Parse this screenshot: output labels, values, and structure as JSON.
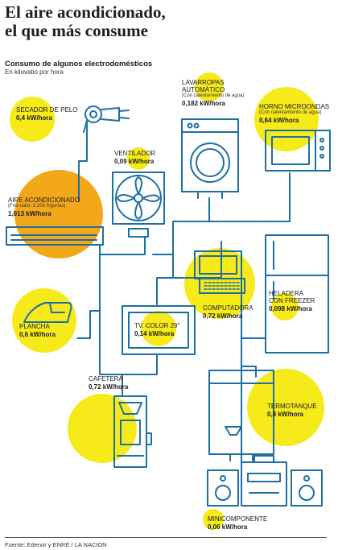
{
  "header": {
    "title": "El aire acondicionado,\nel que más consume",
    "subtitle": "Consumo de algunos electrodomésticos",
    "unit_note": "En kilovatio por hora"
  },
  "appliances": {
    "secador": {
      "name": "SECADOR DE PELO",
      "value": "0,4 kW/hora"
    },
    "ventilador": {
      "name": "VENTILADOR",
      "value": "0,09 kW/hora"
    },
    "aire": {
      "name": "AIRE ACONDICIONADO",
      "note": "(Frío-calor: 2.200 frigorías)",
      "value": "1,013 kW/hora"
    },
    "lavarropas": {
      "name": "LAVARROPAS\nAUTOMÁTICO",
      "note": "(Con calentamiento de agua)",
      "value": "0,182 kW/hora"
    },
    "microondas": {
      "name": "HORNO MICROONDAS",
      "note": "(Con calentamiento de agua)",
      "value": "0,64 kW/hora"
    },
    "computadora": {
      "name": "COMPUTADORA",
      "value": "0,72 kW/hora"
    },
    "heladera": {
      "name": "HELADERA\nCON FREEZER",
      "value": "0,098 kW/hora"
    },
    "plancha": {
      "name": "PLANCHA",
      "value": "0,6 kW/hora"
    },
    "tv": {
      "name": "TV. COLOR 29\"",
      "value": "0,14 kW/hora"
    },
    "cafetera": {
      "name": "CAFETERA",
      "value": "0,72 kW/hora"
    },
    "termotanque": {
      "name": "TERMOTANQUE",
      "value": "0,9 kW/hora"
    },
    "minicomponente": {
      "name": "MINICOMPONENTE",
      "value": "0,06 kW/hora"
    }
  },
  "footer": {
    "source": "Fuente: Edenor y ENRE / LA NACION"
  },
  "colors": {
    "line": "#1d6fa3",
    "highlight": "#f6ea1a",
    "max_highlight": "#f2a818",
    "text": "#1b1b1b"
  }
}
